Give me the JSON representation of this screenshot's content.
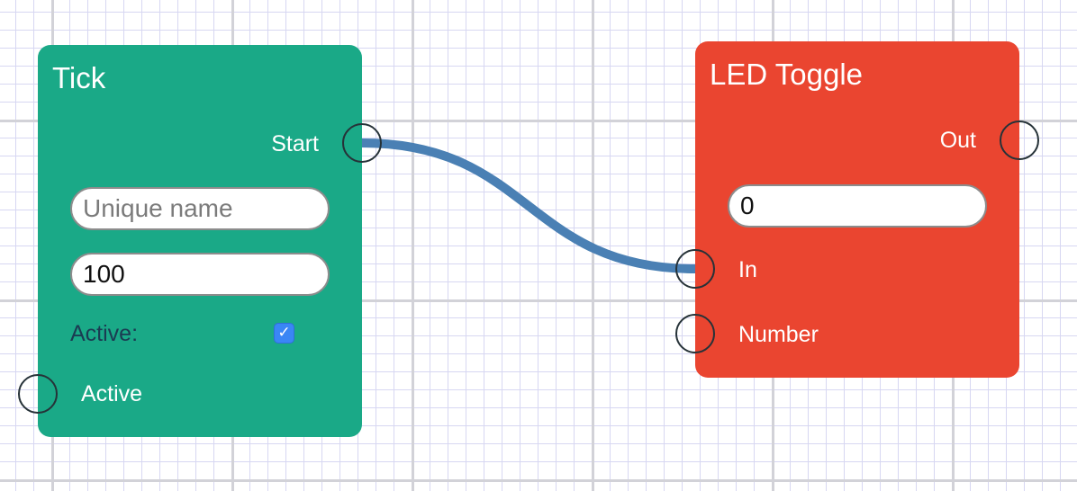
{
  "nodes": {
    "tick": {
      "title": "Tick",
      "outputs": {
        "start_label": "Start"
      },
      "name_field": {
        "placeholder": "Unique name",
        "value": ""
      },
      "interval_field": {
        "value": "100"
      },
      "active_toggle": {
        "label": "Active:",
        "checked": true,
        "check_glyph": "✓"
      },
      "inputs": {
        "active_label": "Active"
      },
      "color": "#1aa987"
    },
    "led_toggle": {
      "title": "LED Toggle",
      "outputs": {
        "out_label": "Out"
      },
      "value_field": {
        "value": "0"
      },
      "inputs": {
        "in_label": "In",
        "number_label": "Number"
      },
      "color": "#ea4530"
    }
  },
  "connections": [
    {
      "from": "tick.start",
      "to": "led_toggle.in",
      "color": "#4a80b4"
    }
  ],
  "canvas": {
    "background": "#ffffff",
    "minor_grid_color": "#d7d7f2",
    "major_grid_color": "#d2d2d8"
  }
}
